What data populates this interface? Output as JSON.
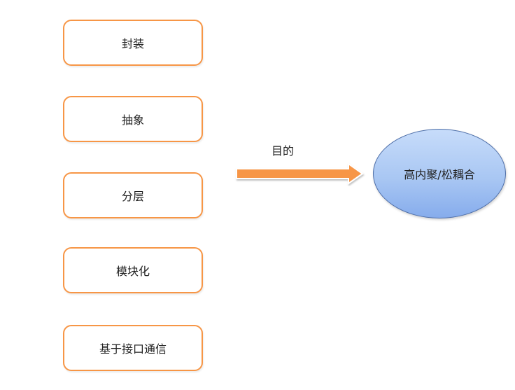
{
  "boxes": [
    {
      "label": "封装"
    },
    {
      "label": "抽象"
    },
    {
      "label": "分层"
    },
    {
      "label": "模块化"
    },
    {
      "label": "基于接口通信"
    }
  ],
  "arrow": {
    "label": "目的"
  },
  "target": {
    "label": "高内聚/松耦合"
  },
  "colors": {
    "box_border": "#f79646",
    "arrow_fill": "#f79646",
    "ellipse_fill": "#a9c7f3",
    "ellipse_border": "#4f6fa8"
  }
}
